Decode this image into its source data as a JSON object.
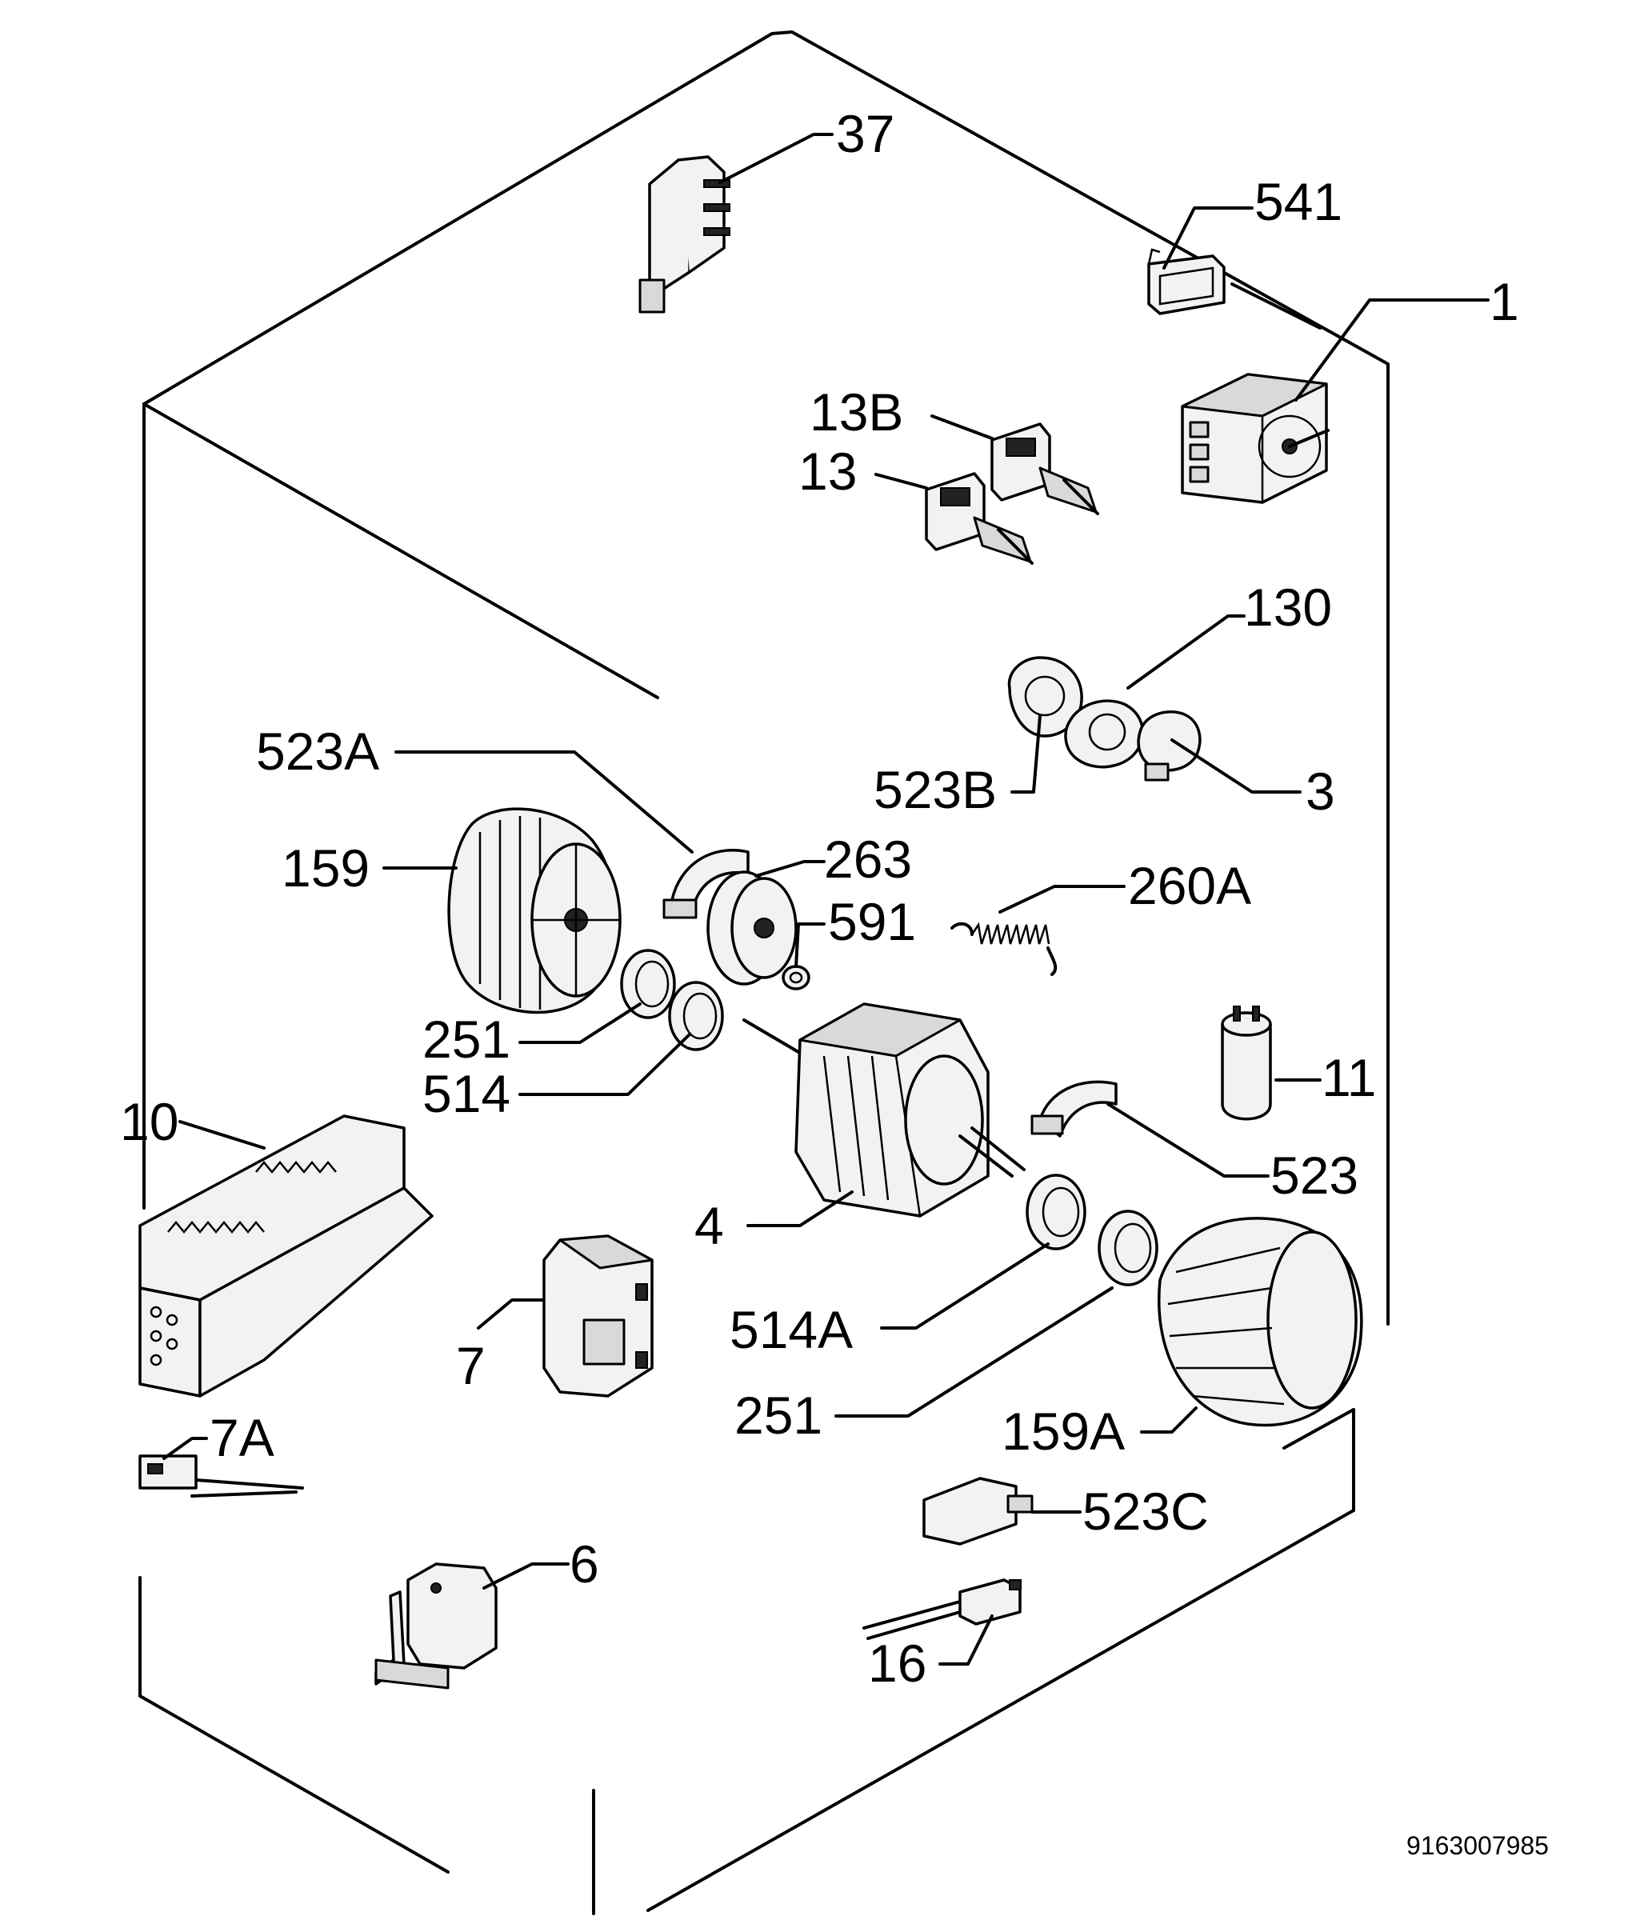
{
  "document_number": "9163007985",
  "labels": {
    "p37": "37",
    "p541": "541",
    "p1": "1",
    "p13b": "13B",
    "p13": "13",
    "p130": "130",
    "p523b": "523B",
    "p3": "3",
    "p523a": "523A",
    "p159": "159",
    "p263": "263",
    "p591": "591",
    "p260a": "260A",
    "p251_upper": "251",
    "p514": "514",
    "p11": "11",
    "p10": "10",
    "p523": "523",
    "p4": "4",
    "p514a": "514A",
    "p7": "7",
    "p251_lower": "251",
    "p159a": "159A",
    "p7a": "7A",
    "p523c": "523C",
    "p6": "6",
    "p16": "16"
  }
}
